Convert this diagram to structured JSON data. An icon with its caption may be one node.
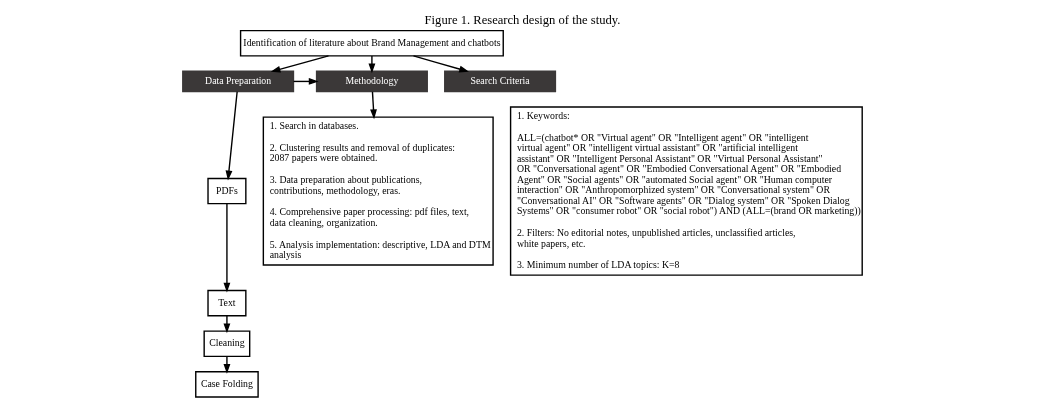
{
  "diagram": {
    "title": "Figure 1. Research design of the study.",
    "nodes": [
      {
        "text": [
          "Identification of literature about Brand Management and chatbots"
        ]
      },
      {
        "text": [
          "Data Preparation"
        ]
      },
      {
        "text": [
          "Methodology"
        ]
      },
      {
        "text": [
          "Search Criteria"
        ]
      },
      {
        "text": [
          "PDFs"
        ]
      },
      {
        "text": [
          "Text"
        ]
      },
      {
        "text": [
          "Cleaning"
        ]
      },
      {
        "text": [
          "Case Folding"
        ]
      },
      {
        "text": [
          "1. Search in databases.",
          "2. Clustering results and removal of duplicates: 2087 papers were obtained.",
          "3. Data preparation about publications, contributions, methodology, eras.",
          "4. Comprehensive paper processing: pdf files, text, data cleaning, organization.",
          "5. Analysis implementation: descriptive, LDA and DTM analysis"
        ]
      },
      {
        "text": [
          "1. Keywords:",
          "ALL=(chatbot* OR \"Virtual agent\" OR \"Intelligent agent\" OR \"intelligent virtual agent\" OR \"intelligent virtual assistant\" OR \"artificial intelligent assistant\" OR \"Intelligent Personal Assistant\" OR \"Virtual Personal Assistant\" OR \"Conversational agent\" OR \"Embodied Conversational Agent\" OR \"Embodied Agent\" OR \"Social agents\" OR \"automated Social agent\" OR \"Human computer interaction\" OR \"Anthropomorphized system\" OR \"Conversational system\" OR \"Conversational AI\" OR \"Software agents\" OR \"Dialog system\" OR \"Spoken Dialog Systems\" OR \"consumer robot\" OR \"social robot\") AND (ALL=(brand OR marketing))",
          "2. Filters: No editorial notes, unpublished articles, unclassified articles, white papers, etc.",
          "3. Minimum number of LDA topics: K=8"
        ]
      }
    ],
    "edges": [
      {
        "from": 0,
        "to": 1,
        "arrow": "to"
      },
      {
        "from": 0,
        "to": 2,
        "arrow": "to"
      },
      {
        "from": 0,
        "to": 3,
        "arrow": "to"
      },
      {
        "from": 1,
        "to": 2,
        "arrow": "to"
      },
      {
        "from": 1,
        "to": 4,
        "arrow": "to"
      },
      {
        "from": 2,
        "to": 8,
        "arrow": "to"
      },
      {
        "from": 4,
        "to": 5,
        "arrow": "to"
      },
      {
        "from": 5,
        "to": 6,
        "arrow": "to"
      },
      {
        "from": 6,
        "to": 7,
        "arrow": "to"
      }
    ]
  }
}
